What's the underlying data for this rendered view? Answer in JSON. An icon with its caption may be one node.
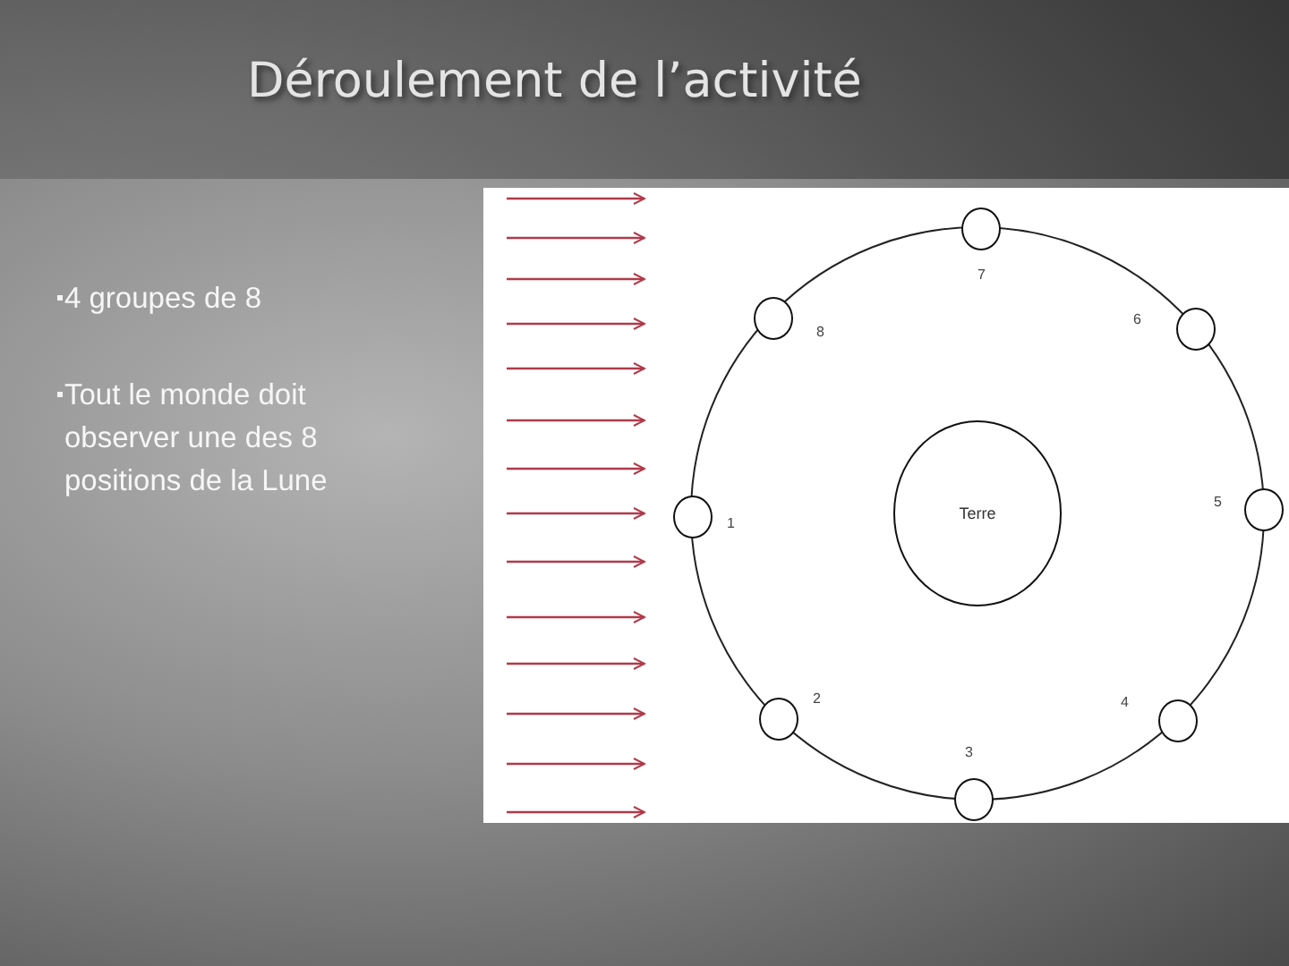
{
  "diagram": {
    "title": "Déroulement de l’activité",
    "nodes": [
      {
        "text": [
          "Terre"
        ]
      },
      {
        "text": [],
        "shape": "circle",
        "beside": [
          "1"
        ]
      },
      {
        "text": [],
        "shape": "circle",
        "beside": [
          "2"
        ]
      },
      {
        "text": [],
        "shape": "circle",
        "beside": [
          "3"
        ]
      },
      {
        "text": [],
        "shape": "circle",
        "beside": [
          "4"
        ]
      },
      {
        "text": [],
        "shape": "circle",
        "beside": [
          "5"
        ]
      },
      {
        "text": [],
        "shape": "circle",
        "beside": [
          "6"
        ]
      },
      {
        "text": [],
        "shape": "circle",
        "beside": [
          "7"
        ]
      },
      {
        "text": [],
        "shape": "circle",
        "beside": [
          "8"
        ]
      }
    ],
    "labels": [
      "4 groupes de 8",
      "Tout le monde doit observer une des 8 positions de la Lune"
    ]
  }
}
